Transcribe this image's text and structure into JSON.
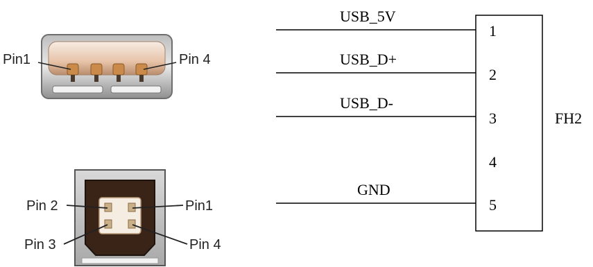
{
  "usb_a": {
    "label_left": "Pin1",
    "label_right": "Pin 4"
  },
  "usb_b": {
    "label_top_left": "Pin 2",
    "label_top_right": "Pin1",
    "label_bottom_left": "Pin 3",
    "label_bottom_right": "Pin 4"
  },
  "schematic": {
    "connector_ref": "FH2",
    "signals": [
      {
        "name": "USB_5V",
        "pin": "1"
      },
      {
        "name": "USB_D+",
        "pin": "2"
      },
      {
        "name": "USB_D-",
        "pin": "3"
      },
      {
        "name": "",
        "pin": "4"
      },
      {
        "name": "GND",
        "pin": "5"
      }
    ]
  }
}
